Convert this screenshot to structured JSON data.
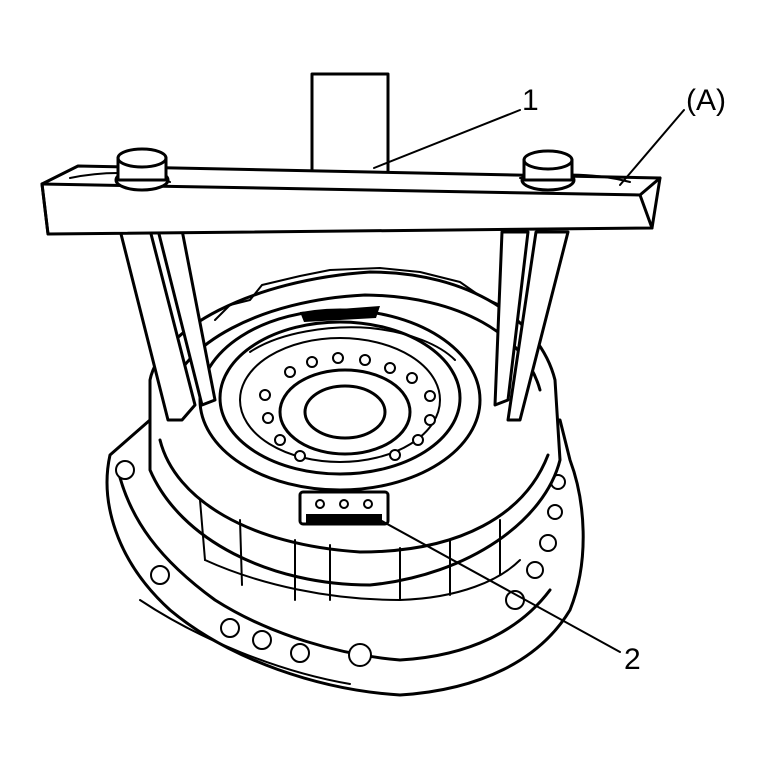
{
  "callouts": {
    "one": "1",
    "two": "2",
    "a": "(A)"
  }
}
